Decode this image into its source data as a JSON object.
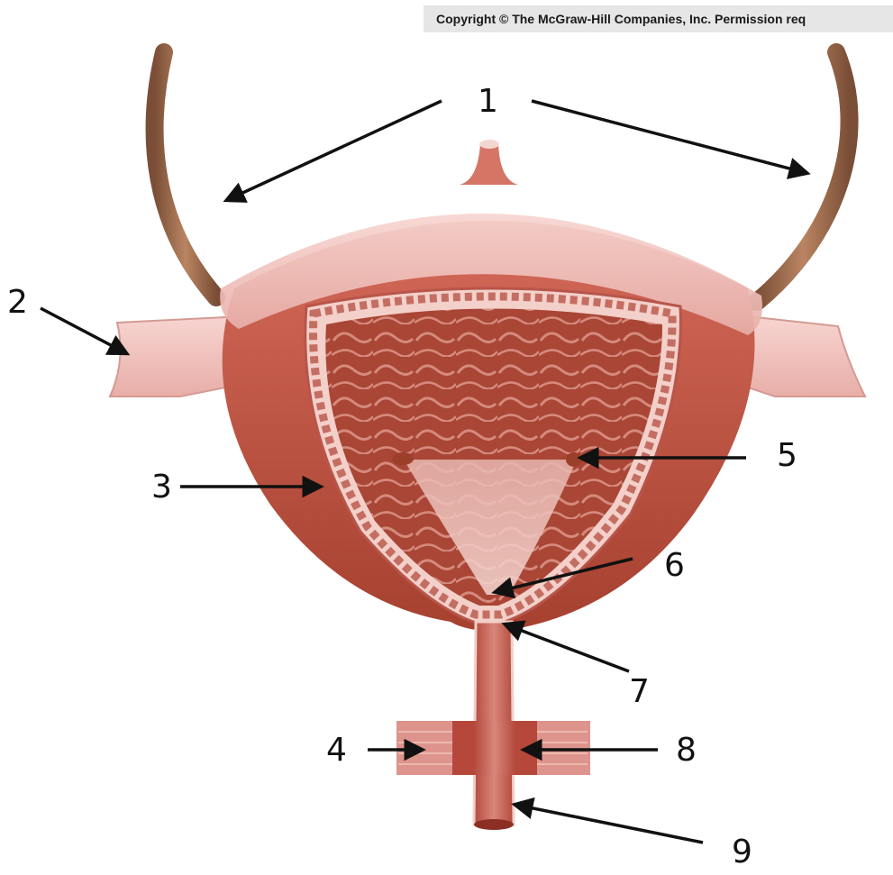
{
  "copyright": "Copyright © The McGraw-Hill Companies, Inc. Permission req",
  "labels": {
    "l1": "1",
    "l2": "2",
    "l3": "3",
    "l4": "4",
    "l5": "5",
    "l6": "6",
    "l7": "7",
    "l8": "8",
    "l9": "9"
  },
  "colors": {
    "muscle": "#c4584a",
    "muscle_dark": "#9c3a30",
    "ureter": "#9a6a4c",
    "peritoneum": "#f2c3be",
    "lumen": "#a84436",
    "arrow": "#111111"
  }
}
